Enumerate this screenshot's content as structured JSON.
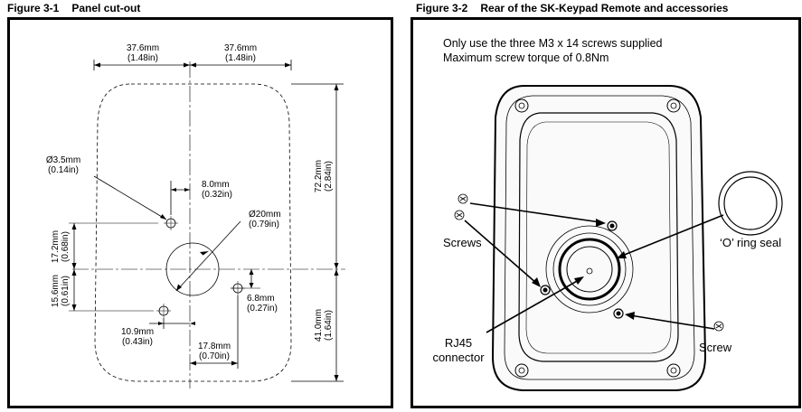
{
  "figure1": {
    "number": "Figure 3-1",
    "title": "Panel cut-out",
    "dims": {
      "w_left_mm": "37.6mm",
      "w_left_in": "(1.48in)",
      "w_right_mm": "37.6mm",
      "w_right_in": "(1.48in)",
      "hole_small_mm": "Ø3.5mm",
      "hole_small_in": "(0.14in)",
      "offset8_mm": "8.0mm",
      "offset8_in": "(0.32in)",
      "hole_big_mm": "Ø20mm",
      "hole_big_in": "(0.79in)",
      "h72_mm": "72.2mm",
      "h72_in": "(2.84in)",
      "h17_mm": "17.2mm",
      "h17_in": "(0.68in)",
      "h15_mm": "15.6mm",
      "h15_in": "(0.61in)",
      "d68_mm": "6.8mm",
      "d68_in": "(0.27in)",
      "w109_mm": "10.9mm",
      "w109_in": "(0.43in)",
      "w178_mm": "17.8mm",
      "w178_in": "(0.70in)",
      "h41_mm": "41.0mm",
      "h41_in": "(1.64in)"
    }
  },
  "figure2": {
    "number": "Figure 3-2",
    "title": "Rear of the SK-Keypad Remote and accessories",
    "note_line1": "Only use the three M3 x 14 screws supplied",
    "note_line2": "Maximum screw torque of 0.8Nm",
    "label_screws": "Screws",
    "label_oring": "‘O’ ring seal",
    "label_rj45_line1": "RJ45",
    "label_rj45_line2": "connector",
    "label_screw": "Screw"
  }
}
